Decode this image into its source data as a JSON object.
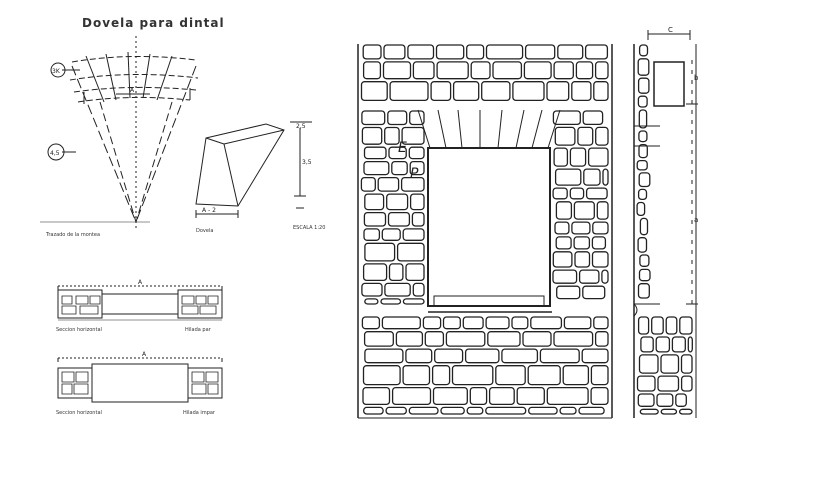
{
  "diagram": {
    "title": "Dovela para dintal",
    "circle_labels": [
      "3K",
      "4,5"
    ],
    "trazado_label": "Trazado de la montea",
    "dovela_label": "Dovela",
    "arc_mark": "A",
    "dim_top": "2,5",
    "dim_mid": "3,5",
    "dim_bottom": "A - 2",
    "scale_note": "ESCALA 1:20",
    "plan1_left": "Seccion horizontal",
    "plan1_right": "Hilada par",
    "plan1_mark": "A",
    "plan2_left": "Seccion horizontal",
    "plan2_right": "Hilada impar",
    "plan2_mark": "A",
    "stone_e": "E",
    "stone_p": "P",
    "section_mark": "C",
    "section_dims": [
      "b",
      "a"
    ]
  }
}
